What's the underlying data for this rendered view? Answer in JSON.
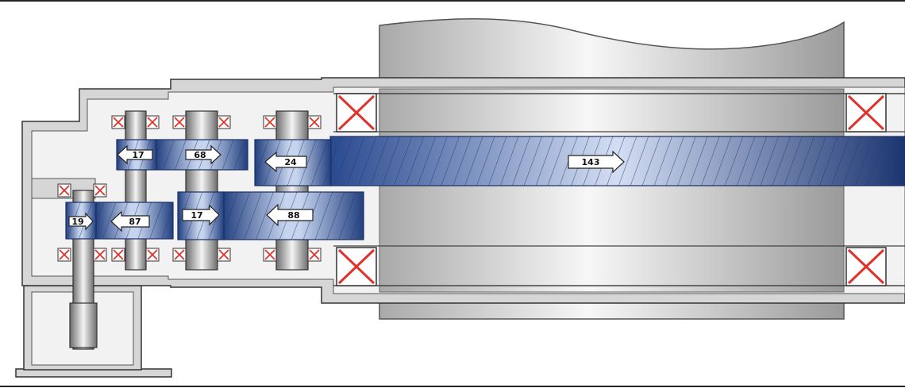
{
  "colors": {
    "housing_fill": "#d6d6d6",
    "housing_stroke": "#333333",
    "cavity_fill": "#f2f2f2",
    "bearing_cross": "#e0322a",
    "gear_dark": "#1f3a7a",
    "gear_light": "#c9d6ee"
  },
  "gears": [
    {
      "id": "gear-17-upper",
      "label": "17",
      "direction": "left"
    },
    {
      "id": "gear-68",
      "label": "68",
      "direction": "right"
    },
    {
      "id": "gear-24",
      "label": "24",
      "direction": "left"
    },
    {
      "id": "gear-143",
      "label": "143",
      "direction": "right"
    },
    {
      "id": "gear-19",
      "label": "19",
      "direction": "right"
    },
    {
      "id": "gear-87",
      "label": "87",
      "direction": "left"
    },
    {
      "id": "gear-17-lower",
      "label": "17",
      "direction": "right"
    },
    {
      "id": "gear-88",
      "label": "88",
      "direction": "left"
    }
  ]
}
